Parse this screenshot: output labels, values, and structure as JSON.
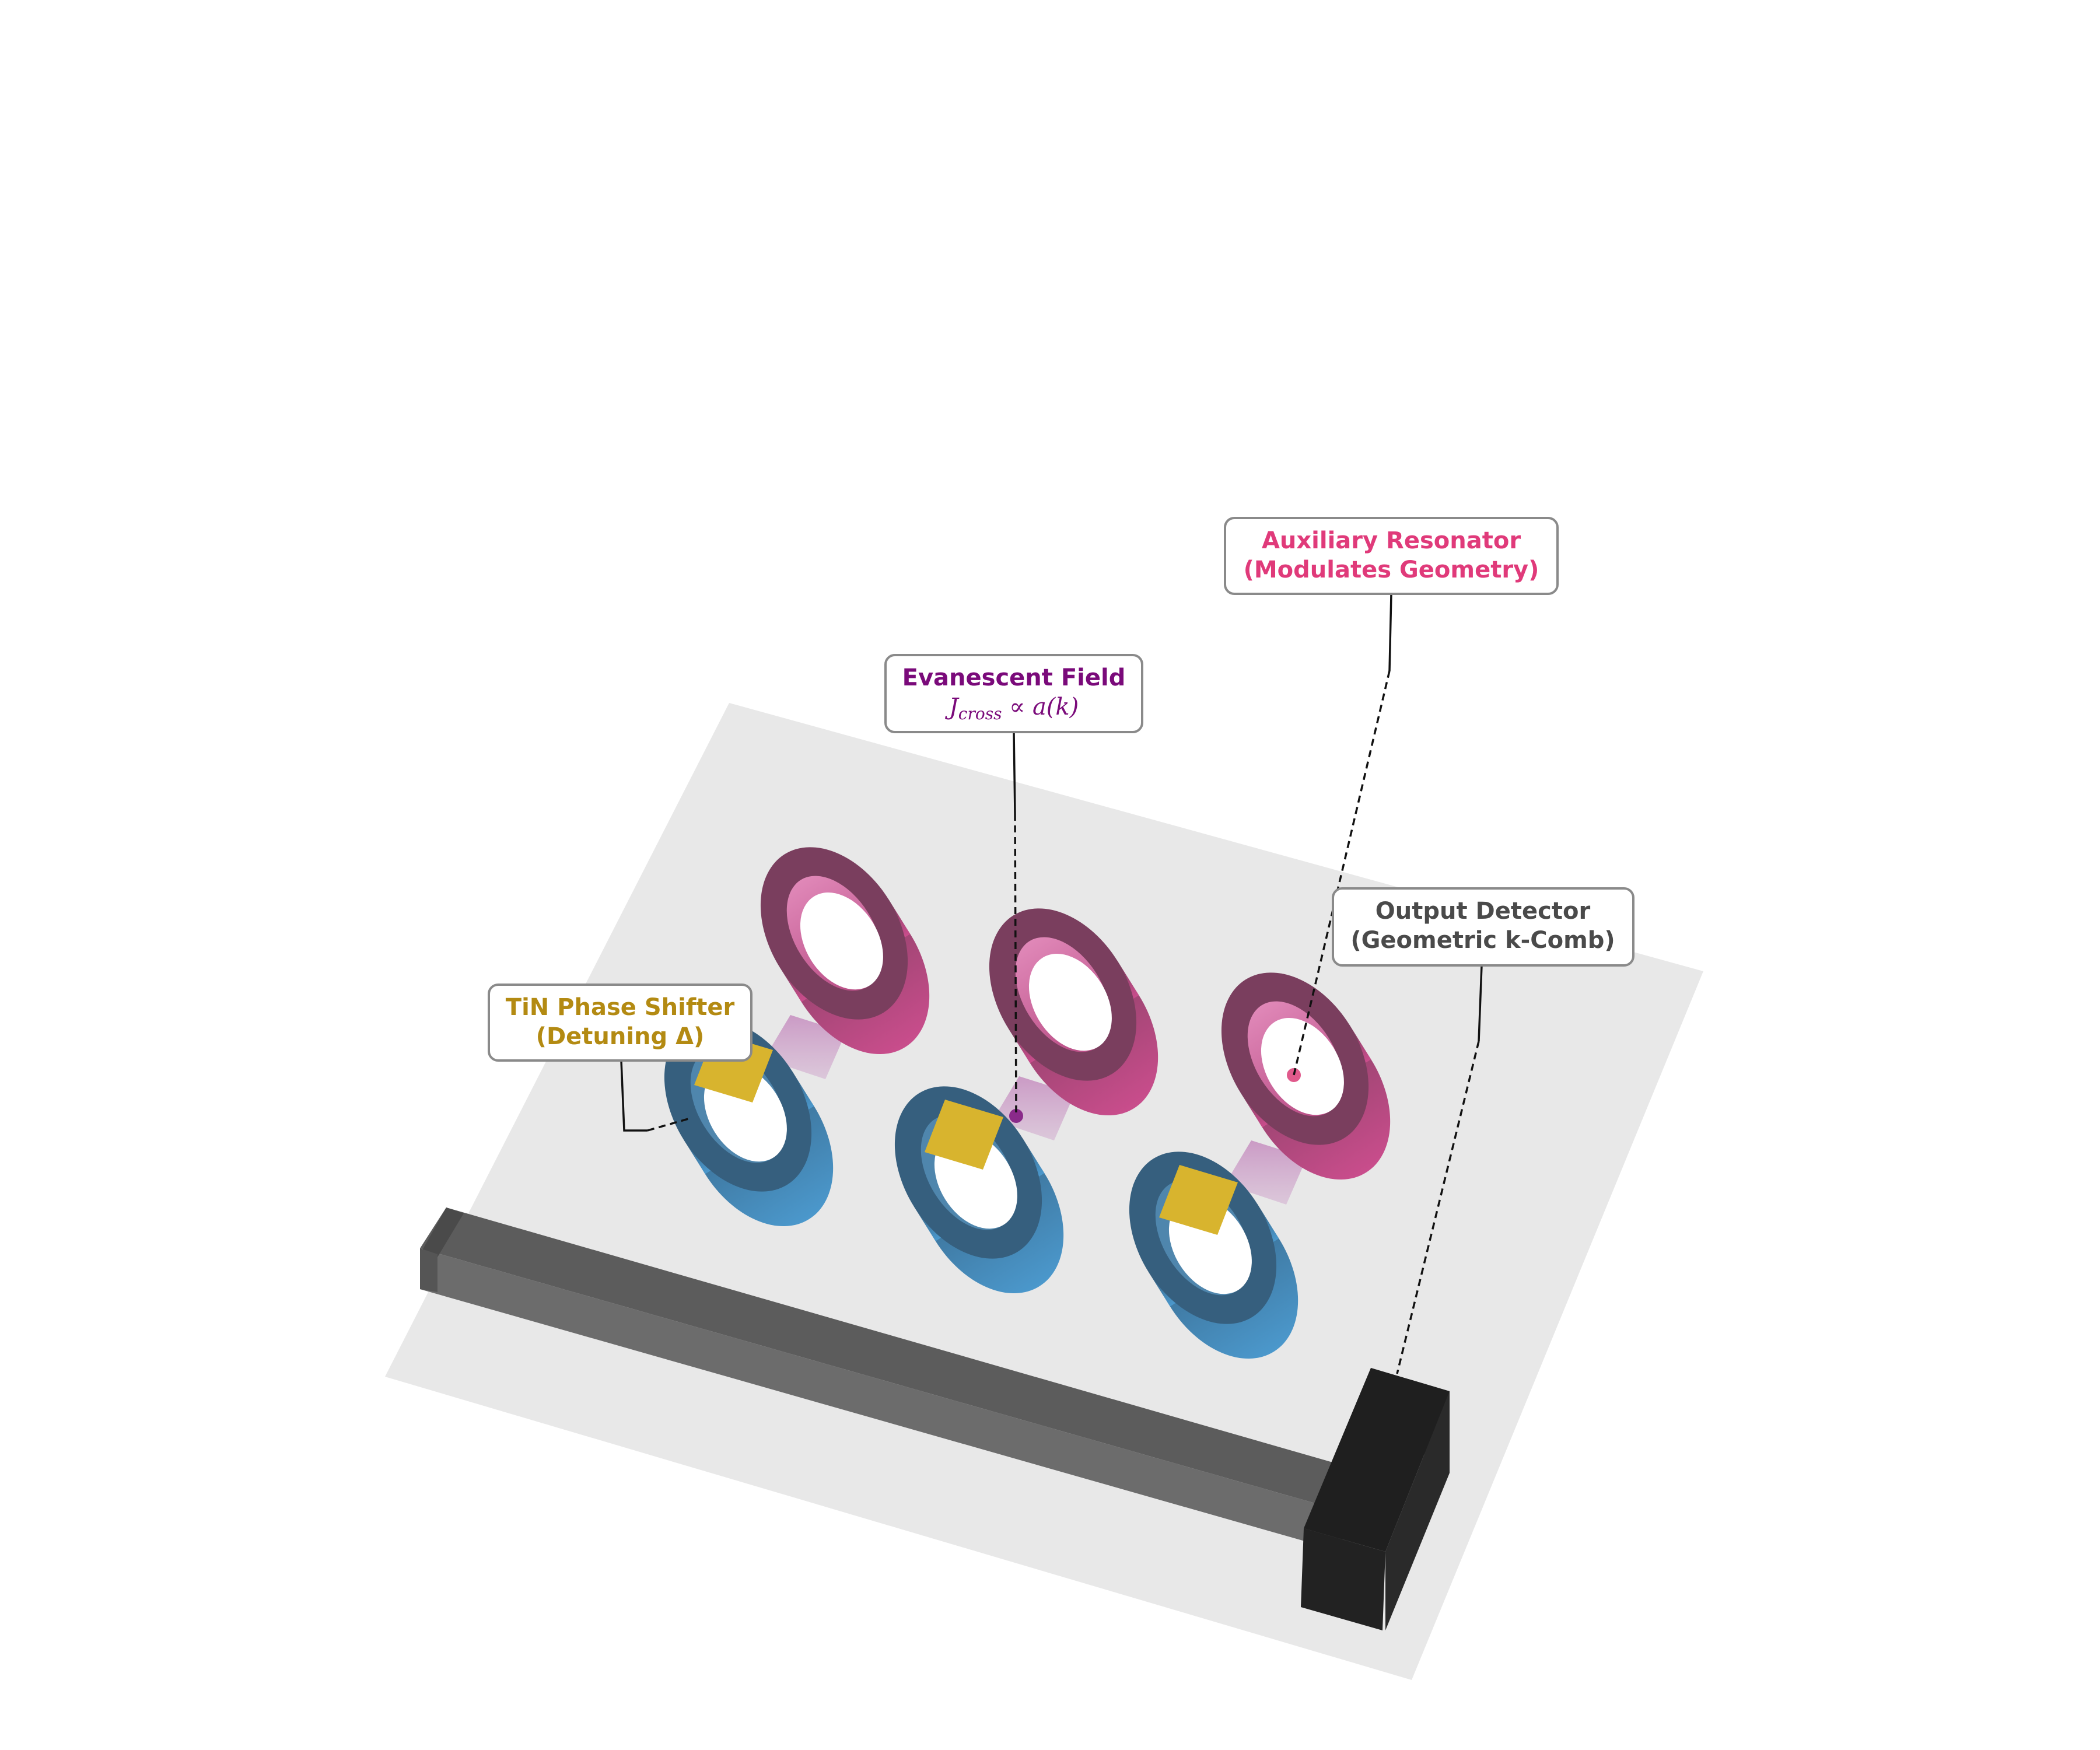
{
  "labels": {
    "auxiliary": {
      "line1": "Auxiliary Resonator",
      "line2": "(Modulates Geometry)"
    },
    "evanescent": {
      "line1": "Evanescent Field",
      "math_main": "J",
      "math_sub": "cross",
      "math_rest": " ∝ a(k)"
    },
    "phase_shifter": {
      "line1": "TiN Phase Shifter",
      "line2": "(Detuning Δ)"
    },
    "detector": {
      "line1": "Output Detector",
      "line2": "(Geometric k-Comb)"
    }
  },
  "colors": {
    "platform": "#e8e8e8",
    "aux_ring": "#7a3e5e",
    "aux_ring_inner": "#d56aa0",
    "main_ring": "#3d6a8a",
    "main_ring_side": "#4a90c0",
    "heater": "#d8b42e",
    "field": "#b05aa8",
    "waveguide": "#616161",
    "detector": "#1f1f1f",
    "aux_label": "#e03a7a",
    "evanescent_label": "#7a0a7a",
    "phase_label": "#b38a12",
    "detector_label": "#4a4a4a"
  },
  "resonators": {
    "count": 3
  }
}
